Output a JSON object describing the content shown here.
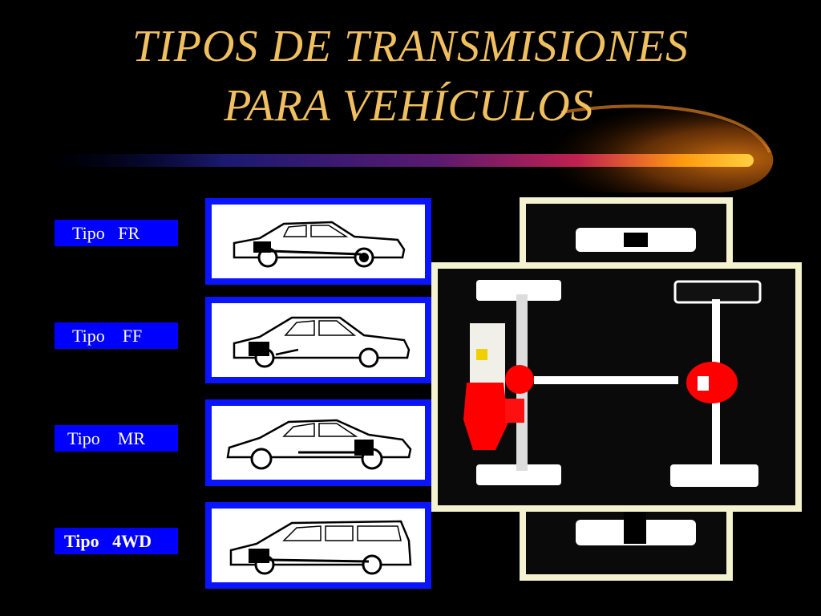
{
  "slide": {
    "title_line1": "TIPOS DE TRANSMISIONES",
    "title_line2": "PARA VEHÍCULOS"
  },
  "types": [
    {
      "label": "Tipo   FR",
      "bold": false
    },
    {
      "label": "Tipo    FF",
      "bold": false
    },
    {
      "label": "Tipo    MR",
      "bold": false
    },
    {
      "label": "Tipo   4WD",
      "bold": true
    }
  ],
  "colors": {
    "title": "#f0c060",
    "label_bg": "#0000ff",
    "car_frame": "#0a14ff",
    "panel_frame": "#f5f2d0",
    "drivetrain_highlight": "#ff0000"
  }
}
